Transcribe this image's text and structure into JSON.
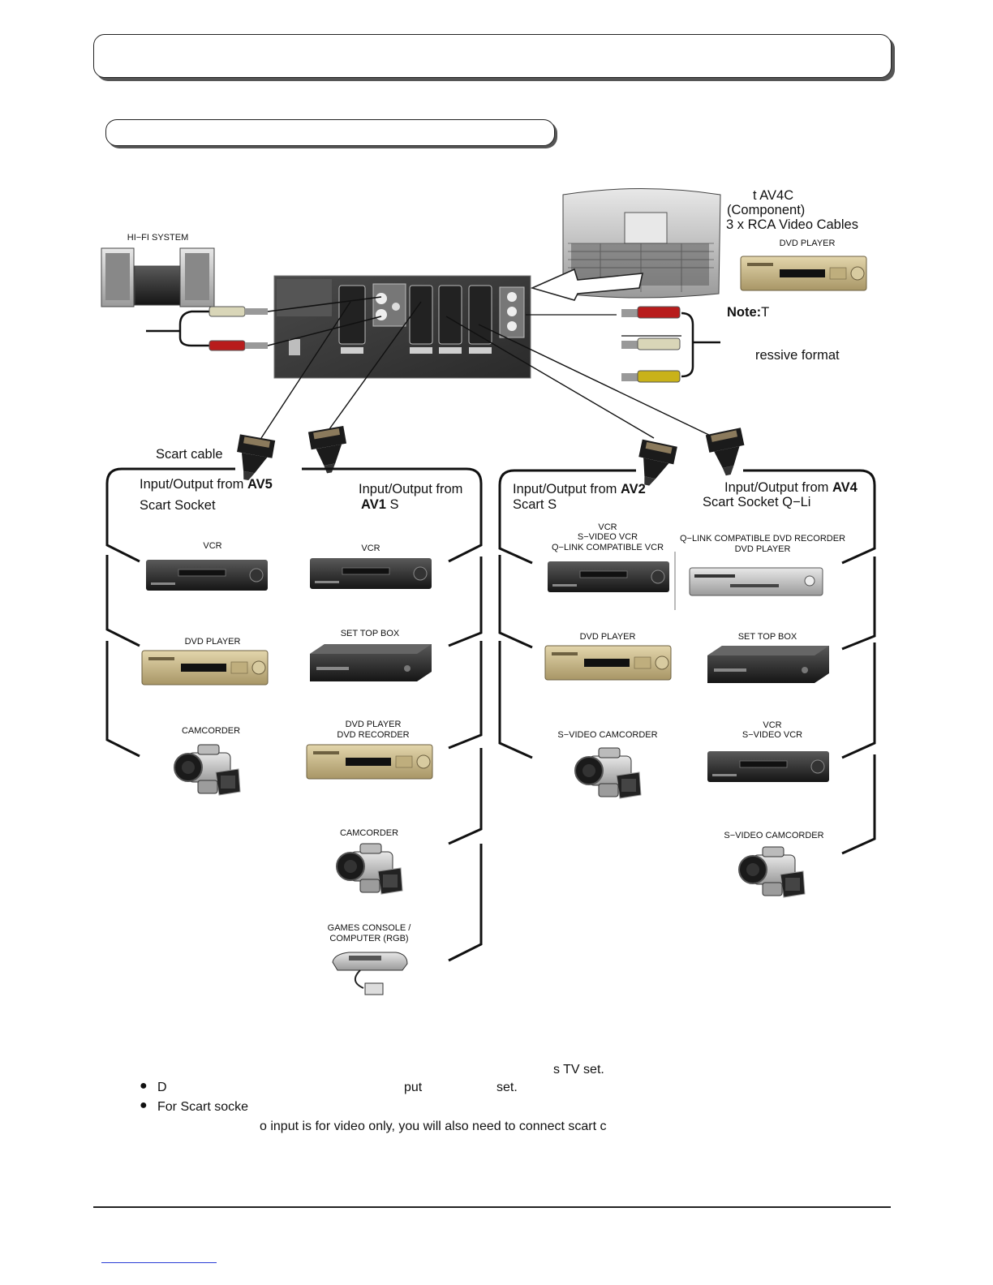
{
  "texts": {
    "tv_av4c": "t AV4C",
    "component": "(Component)",
    "rca_cables": "3 x RCA Video Cables",
    "note_label": "Note:",
    "note_rest": "T",
    "progressive": "ressive format",
    "scart_cable": "Scart cable",
    "av5_prefix": "Input/Output from ",
    "av5_bold": "AV5",
    "av5_line2": "Scart Socket",
    "av1_line1": "Input/Output from",
    "av1_bold": "AV1",
    "av1_rest": " S",
    "av2_prefix": "Input/Output from ",
    "av2_bold": "AV2",
    "av2_line2": "Scart S",
    "av4_prefix": "Input/Output from ",
    "av4_bold": "AV4",
    "av4_line2": "Scart Socket Q−Li",
    "bottom_line1": "s TV set.",
    "bottom_b1_a": "D",
    "bottom_b1_b": "put",
    "bottom_b1_c": "set.",
    "bottom_b2": "For Scart socke",
    "bottom_line4": "o input is for video only, you will also need to connect scart c"
  },
  "device_labels": {
    "hifi": "HI−FI SYSTEM",
    "dvd_top": "DVD PLAYER",
    "av5_vcr": "VCR",
    "av5_dvd": "DVD PLAYER",
    "av5_cam": "CAMCORDER",
    "av1_vcr": "VCR",
    "av1_stb": "SET TOP BOX",
    "av1_dvd_1": "DVD PLAYER",
    "av1_dvd_2": "DVD RECORDER",
    "av1_cam": "CAMCORDER",
    "av1_games_1": "GAMES CONSOLE /",
    "av1_games_2": "COMPUTER (RGB)",
    "av2_vcr_1": "VCR",
    "av2_vcr_2": "S−VIDEO VCR",
    "av2_vcr_3": "Q−LINK COMPATIBLE VCR",
    "av2_dvd": "DVD PLAYER",
    "av2_cam": "S−VIDEO CAMCORDER",
    "av4_dvdrec_1": "Q−LINK COMPATIBLE DVD RECORDER",
    "av4_dvdrec_2": "DVD PLAYER",
    "av4_stb": "SET TOP BOX",
    "av4_vcr_1": "VCR",
    "av4_vcr_2": "S−VIDEO VCR",
    "av4_cam": "S−VIDEO CAMCORDER"
  },
  "colors": {
    "rca_red": "#b81c1c",
    "rca_white": "#d9d6b8",
    "rca_yellow": "#c9b219",
    "panel_dark": "#3a3a3a",
    "silver": "#cfcfcf",
    "gold": "#cbb98a"
  }
}
